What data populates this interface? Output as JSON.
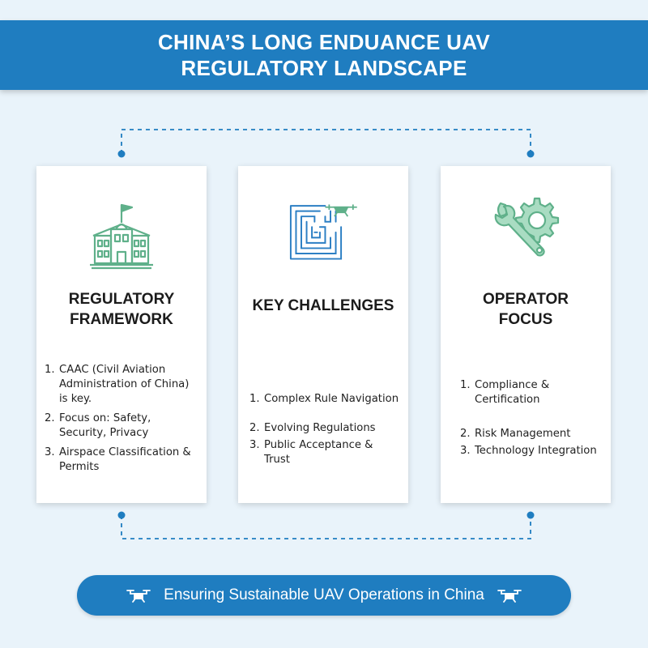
{
  "header": {
    "title_line1": "CHINA’S LONG ENDUANCE UAV",
    "title_line2": "REGULATORY LANDSCAPE"
  },
  "cards": [
    {
      "icon": "government-building-icon",
      "title_line1": "REGULATORY",
      "title_line2": "FRAMEWORK",
      "items": [
        {
          "num": "1.",
          "text": "CAAC (Civil Aviation Administration of China) is key."
        },
        {
          "num": "2.",
          "text": "Focus on: Safety, Security, Privacy"
        },
        {
          "num": "3.",
          "text": "Airspace Classification & Permits"
        }
      ]
    },
    {
      "icon": "maze-drone-icon",
      "title_line1": "KEY CHALLENGES",
      "items": [
        {
          "num": "1.",
          "text": "Complex Rule Navigation"
        },
        {
          "num": "2.",
          "text": "Evolving Regulations"
        },
        {
          "num": "3.",
          "text": "Public Acceptance & Trust"
        }
      ]
    },
    {
      "icon": "wrench-gear-icon",
      "title_line1": "OPERATOR",
      "title_line2": "FOCUS",
      "items": [
        {
          "num": "1.",
          "text": "Compliance & Certification"
        },
        {
          "num": "2.",
          "text": "Risk Management"
        },
        {
          "num": "3.",
          "text": "Technology Integration"
        }
      ]
    }
  ],
  "footer": {
    "text": "Ensuring Sustainable UAV Operations in China",
    "left_icon": "drone-icon",
    "right_icon": "drone-icon"
  },
  "colors": {
    "primary_blue": "#1f7dc0",
    "icon_green": "#5fb08a",
    "icon_blue": "#2c7fc4",
    "background": "#e9f3fa"
  }
}
